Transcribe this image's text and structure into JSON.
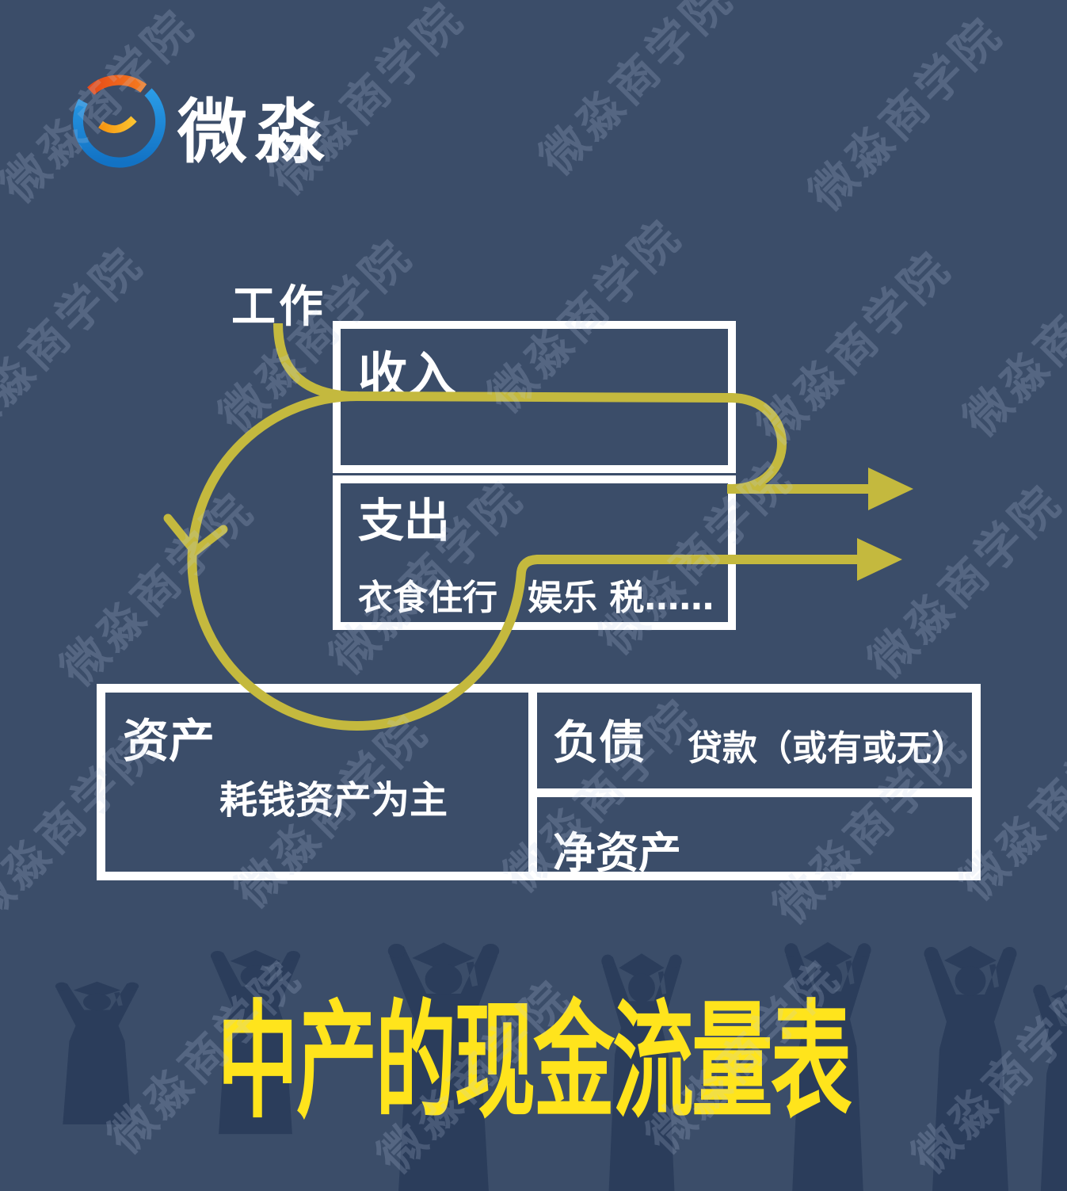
{
  "brand": {
    "logo_icon": "weimiao-ring-logo",
    "logo_text": "微淼"
  },
  "watermark": {
    "text": "微淼商学院"
  },
  "diagram": {
    "work_label": "工作",
    "income_box": {
      "title": "收入"
    },
    "expense_box": {
      "title": "支出",
      "detail_left": "衣食住行",
      "detail_right": "娱乐 税……"
    },
    "asset_box": {
      "title": "资产",
      "subtitle": "耗钱资产为主"
    },
    "liability_box": {
      "title": "负债",
      "note": "贷款（或有或无）"
    },
    "networth_box": {
      "title": "净资产"
    },
    "flow_arrows": "income-loops-to-expenses-then-out"
  },
  "footer": {
    "title": "中产的现金流量表"
  },
  "colors": {
    "background": "#3b4d69",
    "flow_yellow": "#c4b93e",
    "title_yellow": "#ffe41c",
    "box_border": "#ffffff",
    "silhouette": "#2b3d5b",
    "logo_blue": "#1e88d8",
    "logo_orange": "#ea5a24",
    "logo_smile": "#f9a825"
  }
}
